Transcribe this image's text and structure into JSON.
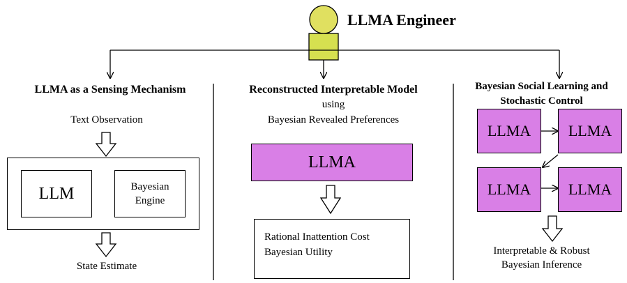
{
  "engineer": {
    "label": "LLMA Engineer",
    "head_color": "#e0e060",
    "body_color": "#d6e050"
  },
  "colors": {
    "llma_box": "#d97fe6",
    "line": "#000000"
  },
  "left_panel": {
    "title": "LLMA as a Sensing Mechanism",
    "input_label": "Text Observation",
    "llm_label": "LLM",
    "engine_label_line1": "Bayesian",
    "engine_label_line2": "Engine",
    "output_label": "State Estimate"
  },
  "middle_panel": {
    "title": "Reconstructed Interpretable Model",
    "subtitle_line1": "using",
    "subtitle_line2": "Bayesian Revealed Preferences",
    "llma_label": "LLMA",
    "result_line1": "Rational Inattention Cost",
    "result_line2": "Bayesian Utility"
  },
  "right_panel": {
    "title_line1": "Bayesian Social Learning and",
    "title_line2": "Stochastic Control",
    "agents": [
      "LLMA",
      "LLMA",
      "LLMA",
      "LLMA"
    ],
    "output_line1": "Interpretable & Robust",
    "output_line2": "Bayesian Inference"
  }
}
